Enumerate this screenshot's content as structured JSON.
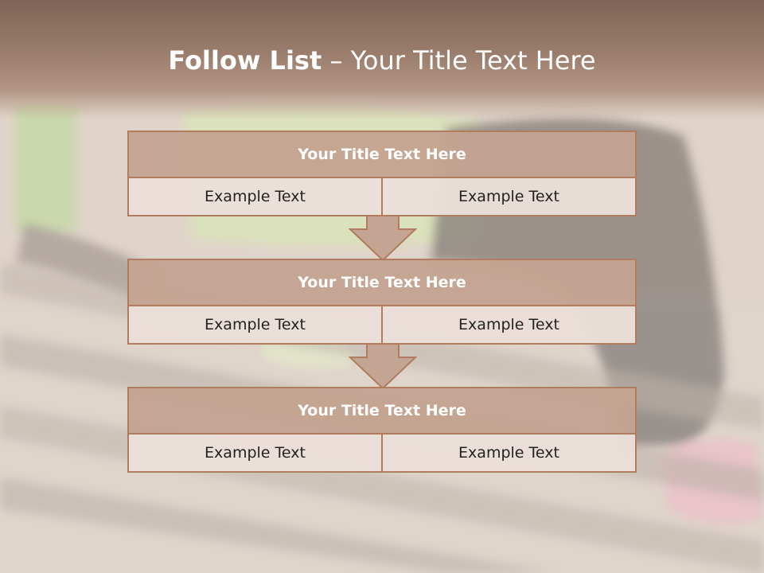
{
  "slide": {
    "title_bold": "Follow List",
    "title_rest": "– Your Title Text Here"
  },
  "blocks": [
    {
      "title": "Your Title Text Here",
      "left": "Example Text",
      "right": "Example Text"
    },
    {
      "title": "Your Title Text Here",
      "left": "Example Text",
      "right": "Example Text"
    },
    {
      "title": "Your Title Text Here",
      "left": "Example Text",
      "right": "Example Text"
    }
  ],
  "colors": {
    "header_band": "#8f7263",
    "block_header": "#c4a492",
    "block_border": "#b17c60",
    "cell_fill": "#ebdfda"
  },
  "icons": [
    "down-arrow-icon"
  ]
}
